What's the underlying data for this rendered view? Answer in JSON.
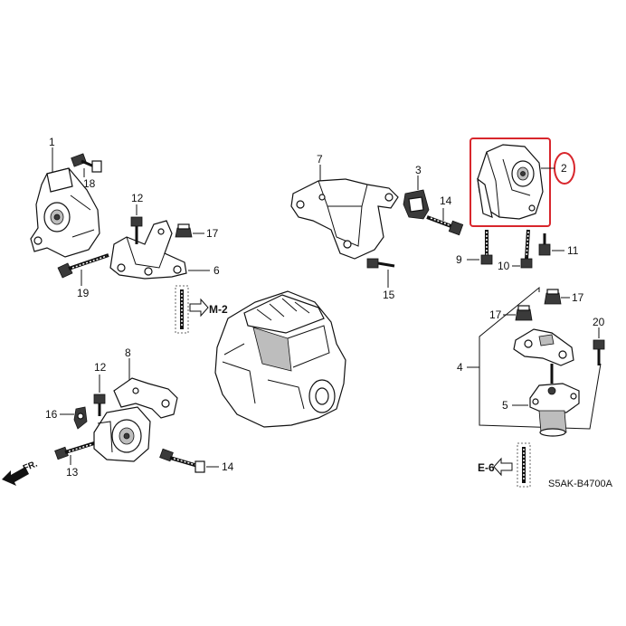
{
  "callouts": {
    "c1": "1",
    "c2": "2",
    "c3": "3",
    "c4": "4",
    "c5": "5",
    "c6": "6",
    "c7": "7",
    "c8": "8",
    "c9": "9",
    "c10": "10",
    "c11": "11",
    "c12a": "12",
    "c12b": "12",
    "c13": "13",
    "c14a": "14",
    "c14b": "14",
    "c15": "15",
    "c16": "16",
    "c17a": "17",
    "c17b": "17",
    "c17c": "17",
    "c18": "18",
    "c19": "19",
    "c20": "20"
  },
  "refs": {
    "m2": "M-2",
    "e6": "E-6",
    "front": "FR."
  },
  "diagram_code": "S5AK-B4700A",
  "colors": {
    "highlight": "#d8262c",
    "ink": "#111111",
    "shade": "#bdbdbd"
  },
  "icons": {
    "front": "arrow-left-icon",
    "ref": "hollow-arrow-icon"
  }
}
